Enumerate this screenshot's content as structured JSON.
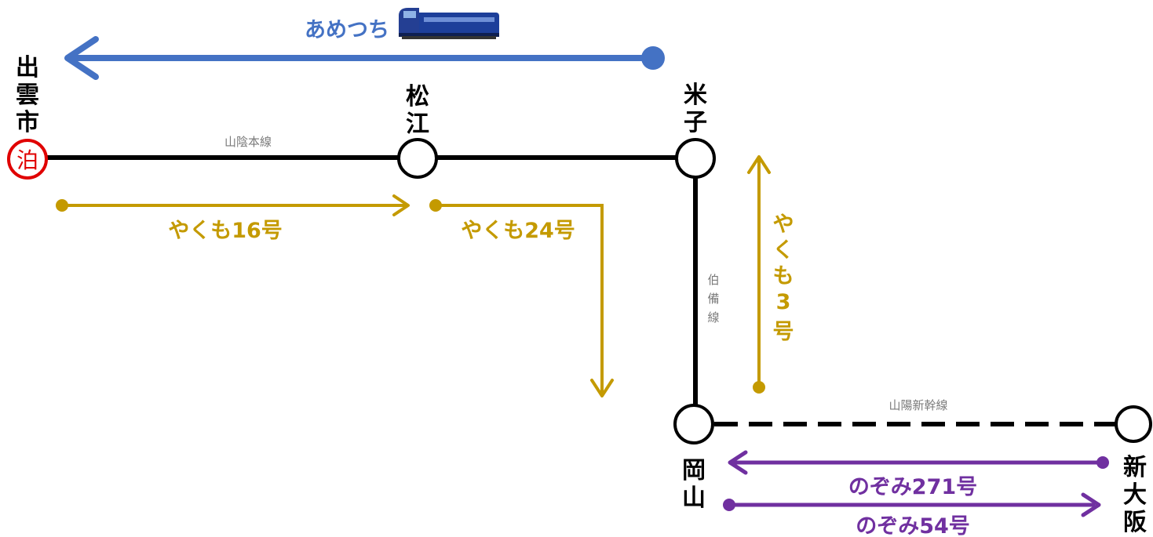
{
  "stations": {
    "izumoshi": [
      "出",
      "雲",
      "市"
    ],
    "matsue": [
      "松",
      "江"
    ],
    "yonago": [
      "米",
      "子"
    ],
    "okayama": [
      "岡",
      "山"
    ],
    "shinosaka": [
      "新",
      "大",
      "阪"
    ]
  },
  "stay_marker": "泊",
  "lines": {
    "sanin": "山陰本線",
    "hakubi": [
      "伯",
      "備",
      "線"
    ],
    "sanyo_shinkansen": "山陽新幹線"
  },
  "trains": {
    "ametsuchi": "あめつち",
    "yakumo16": "やくも16号",
    "yakumo24": "やくも24号",
    "yakumo3": [
      "や",
      "く",
      "も",
      "3",
      "号"
    ],
    "nozomi271": "のぞみ271号",
    "nozomi54": "のぞみ54号"
  },
  "colors": {
    "track": "#000000",
    "stay": "#e00000",
    "yakumo": "#c49a00",
    "nozomi": "#7030a0",
    "ametsuchi": "#4472c4"
  }
}
